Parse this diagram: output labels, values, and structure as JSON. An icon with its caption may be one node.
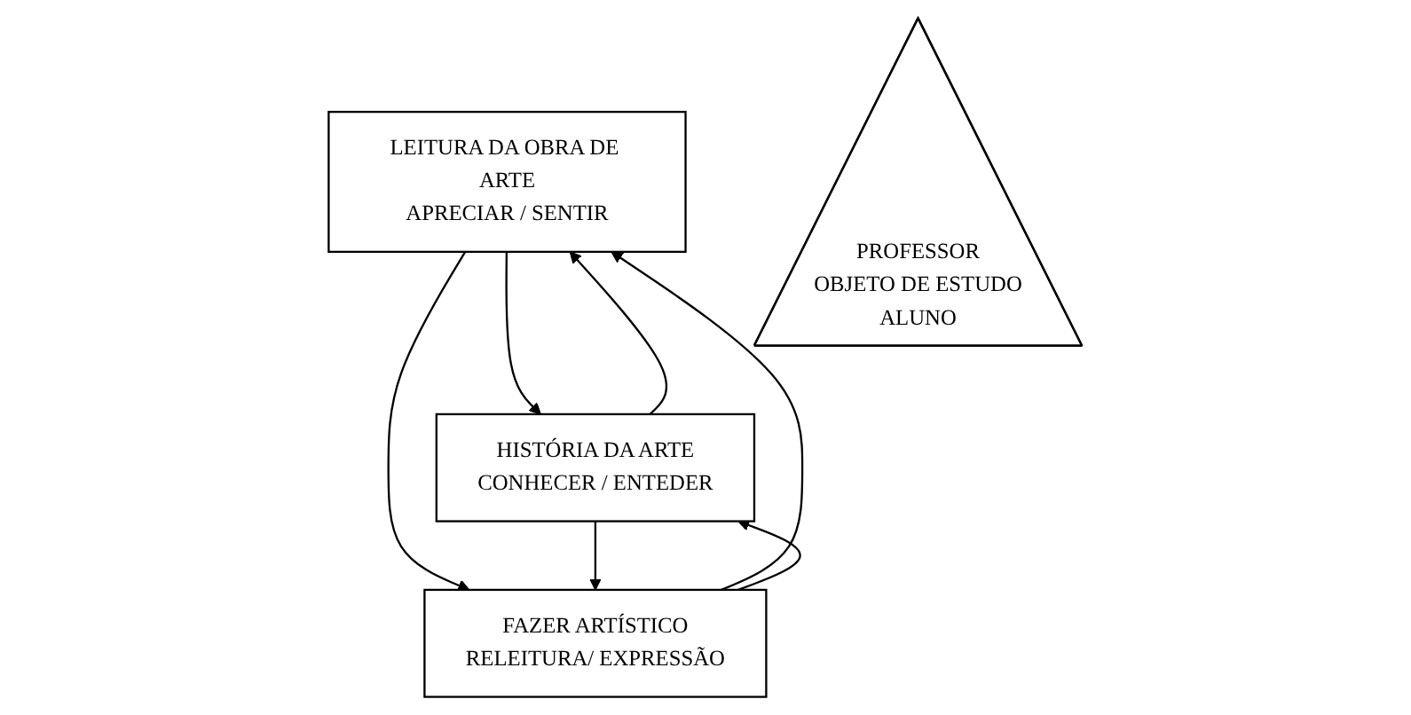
{
  "diagram": {
    "nodes": [
      {
        "text": [
          "LEITURA DA OBRA DE ARTE",
          "APRECIAR / SENTIR"
        ]
      },
      {
        "text": [
          "PROFESSOR",
          "OBJETO DE ESTUDO",
          "ALUNO"
        ]
      },
      {
        "text": [
          "HISTÓRIA DA ARTE",
          "CONHECER / ENTEDER"
        ]
      },
      {
        "text": [
          "FAZER ARTÍSTICO",
          "RELEITURA/ EXPRESSÃO"
        ]
      }
    ],
    "edges": [
      {
        "from": 2,
        "to": 0,
        "arrow": "to"
      },
      {
        "from": 0,
        "to": 2,
        "arrow": "to"
      },
      {
        "from": 3,
        "to": 0,
        "arrow": "to"
      },
      {
        "from": 0,
        "to": 3,
        "arrow": "to"
      },
      {
        "from": 2,
        "to": 3,
        "arrow": "to"
      },
      {
        "from": 3,
        "to": 2,
        "arrow": "to"
      }
    ]
  }
}
